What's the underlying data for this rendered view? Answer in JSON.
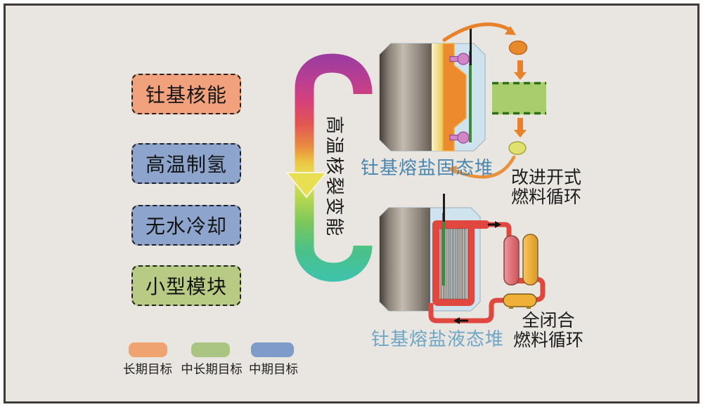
{
  "figure": {
    "background": "#e9e6e2",
    "frame_border_color": "#3e3a38"
  },
  "goal_boxes": {
    "items": [
      {
        "label": "钍基核能",
        "color": "#f1a17b"
      },
      {
        "label": "高温制氢",
        "color": "#8da4cc"
      },
      {
        "label": "无水冷却",
        "color": "#8da4cc"
      },
      {
        "label": "小型模块",
        "color": "#b7cb84"
      }
    ]
  },
  "center_arrow": {
    "label": "高温核裂变能",
    "gradient_colors": [
      "#9c3c9e",
      "#d4417c",
      "#e98a3f",
      "#e7e052",
      "#7cc75b",
      "#3ec2ad"
    ]
  },
  "solid_reactor": {
    "label": "钍基熔盐固态堆",
    "label_color": "#4a86ad",
    "cycle_label": [
      "改进开式",
      "燃料循环"
    ],
    "cycle_arrow_color": "#e8822a",
    "process_box_color": "#a9cd6d"
  },
  "liquid_reactor": {
    "label": "钍基熔盐液态堆",
    "label_color": "#6fa6c5",
    "cycle_label": [
      "全闭合",
      "燃料循环"
    ],
    "pipe_color": "#e0473f"
  },
  "legend": {
    "items": [
      {
        "label": "长期目标",
        "color": "#efa371"
      },
      {
        "label": "中长期目标",
        "color": "#aac581"
      },
      {
        "label": "中期目标",
        "color": "#7e9bca"
      }
    ]
  }
}
